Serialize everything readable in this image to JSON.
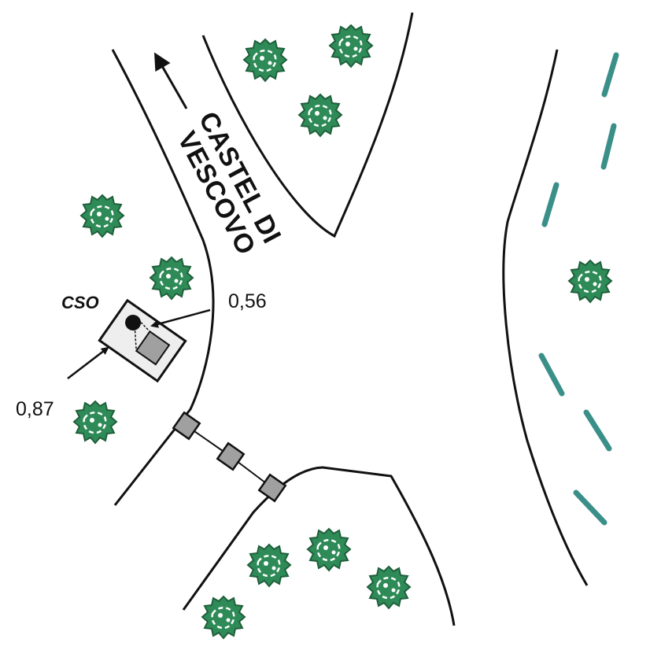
{
  "map": {
    "road_name_line1": "CASTEL DI",
    "road_name_line2": "VESCOVO",
    "structure_label": "CSO",
    "value_upper": "0,56",
    "value_lower": "0,87"
  },
  "colors": {
    "ink": "#111111",
    "tree_fill": "#2e8b57",
    "tree_outline": "#1f5f3b",
    "river_dash": "#3a8f88",
    "node_fill": "#a0a0a0",
    "building_fill": "#eeeeee"
  },
  "icons": {
    "tree": "tree-icon",
    "arrow": "arrow-icon",
    "pipe_node": "manhole-node-icon"
  }
}
